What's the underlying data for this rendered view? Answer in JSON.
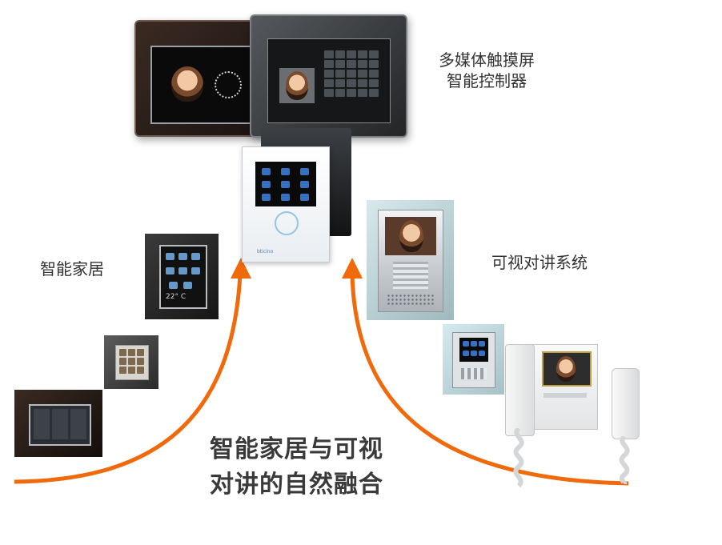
{
  "labels": {
    "multimedia": "多媒体触摸屏\n智能控制器",
    "smart_home": "智能家居",
    "intercom": "可视对讲系统"
  },
  "headline": {
    "line1": "智能家居与可视",
    "line2": "对讲的自然融合"
  },
  "devices": {
    "thermostat_temp": "22° C",
    "bticino_brand": "bticino"
  },
  "colors": {
    "arrow": "#f06a0c",
    "text": "#333333",
    "headline": "#3a3a3a"
  }
}
